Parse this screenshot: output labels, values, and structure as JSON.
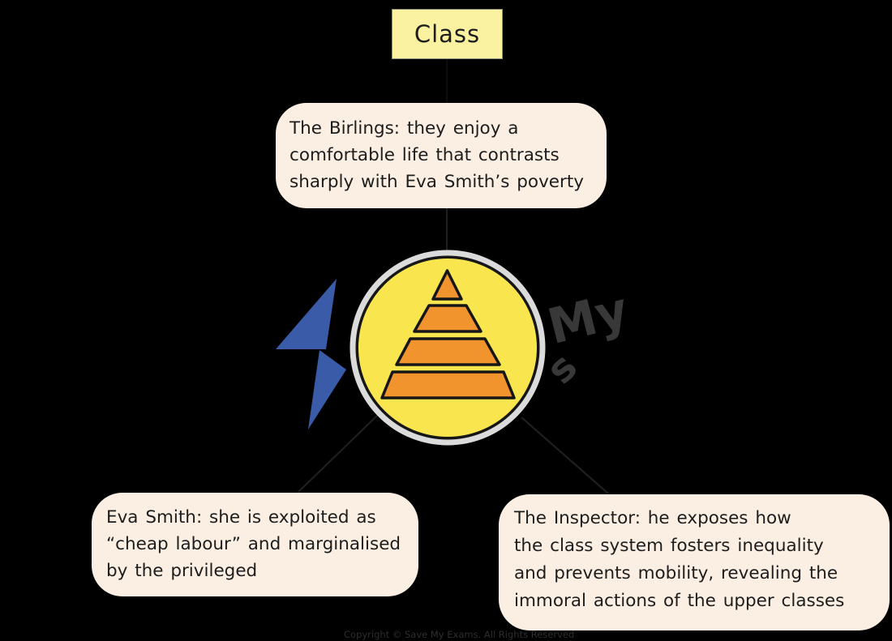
{
  "title": {
    "label": "Class"
  },
  "bubbles": {
    "birlings": {
      "lines": [
        "The Birlings: they enjoy a",
        "comfortable life that contrasts",
        "sharply with Eva Smith’s poverty"
      ]
    },
    "eva_smith": {
      "lines": [
        "Eva Smith: she is exploited as",
        "“cheap labour” and marginalised",
        "by the privileged"
      ]
    },
    "inspector": {
      "lines": [
        "The Inspector: he exposes how",
        "the class system fosters inequality",
        "and prevents mobility, revealing the",
        "immoral actions of the upper classes"
      ]
    }
  },
  "watermark": {
    "fragments": [
      "My",
      "s"
    ]
  },
  "footer": {
    "copyright": "Copyright © Save My Exams. All Rights Reserved"
  },
  "colors": {
    "background": "#000000",
    "title_fill": "#FAF2A1",
    "title_border": "#8F8F7C",
    "bubble_fill": "#FBEFE4",
    "text": "#1D1D1D",
    "badge_yellow": "#F9E64F",
    "badge_ring": "#DBDBDB",
    "outline": "#161616",
    "pyramid_orange": "#F2942D",
    "bolt_blue": "#3A5BA8",
    "connector": "#1F1F1F",
    "watermark_grey": "#383838",
    "footer_grey": "#2E2E2E"
  }
}
